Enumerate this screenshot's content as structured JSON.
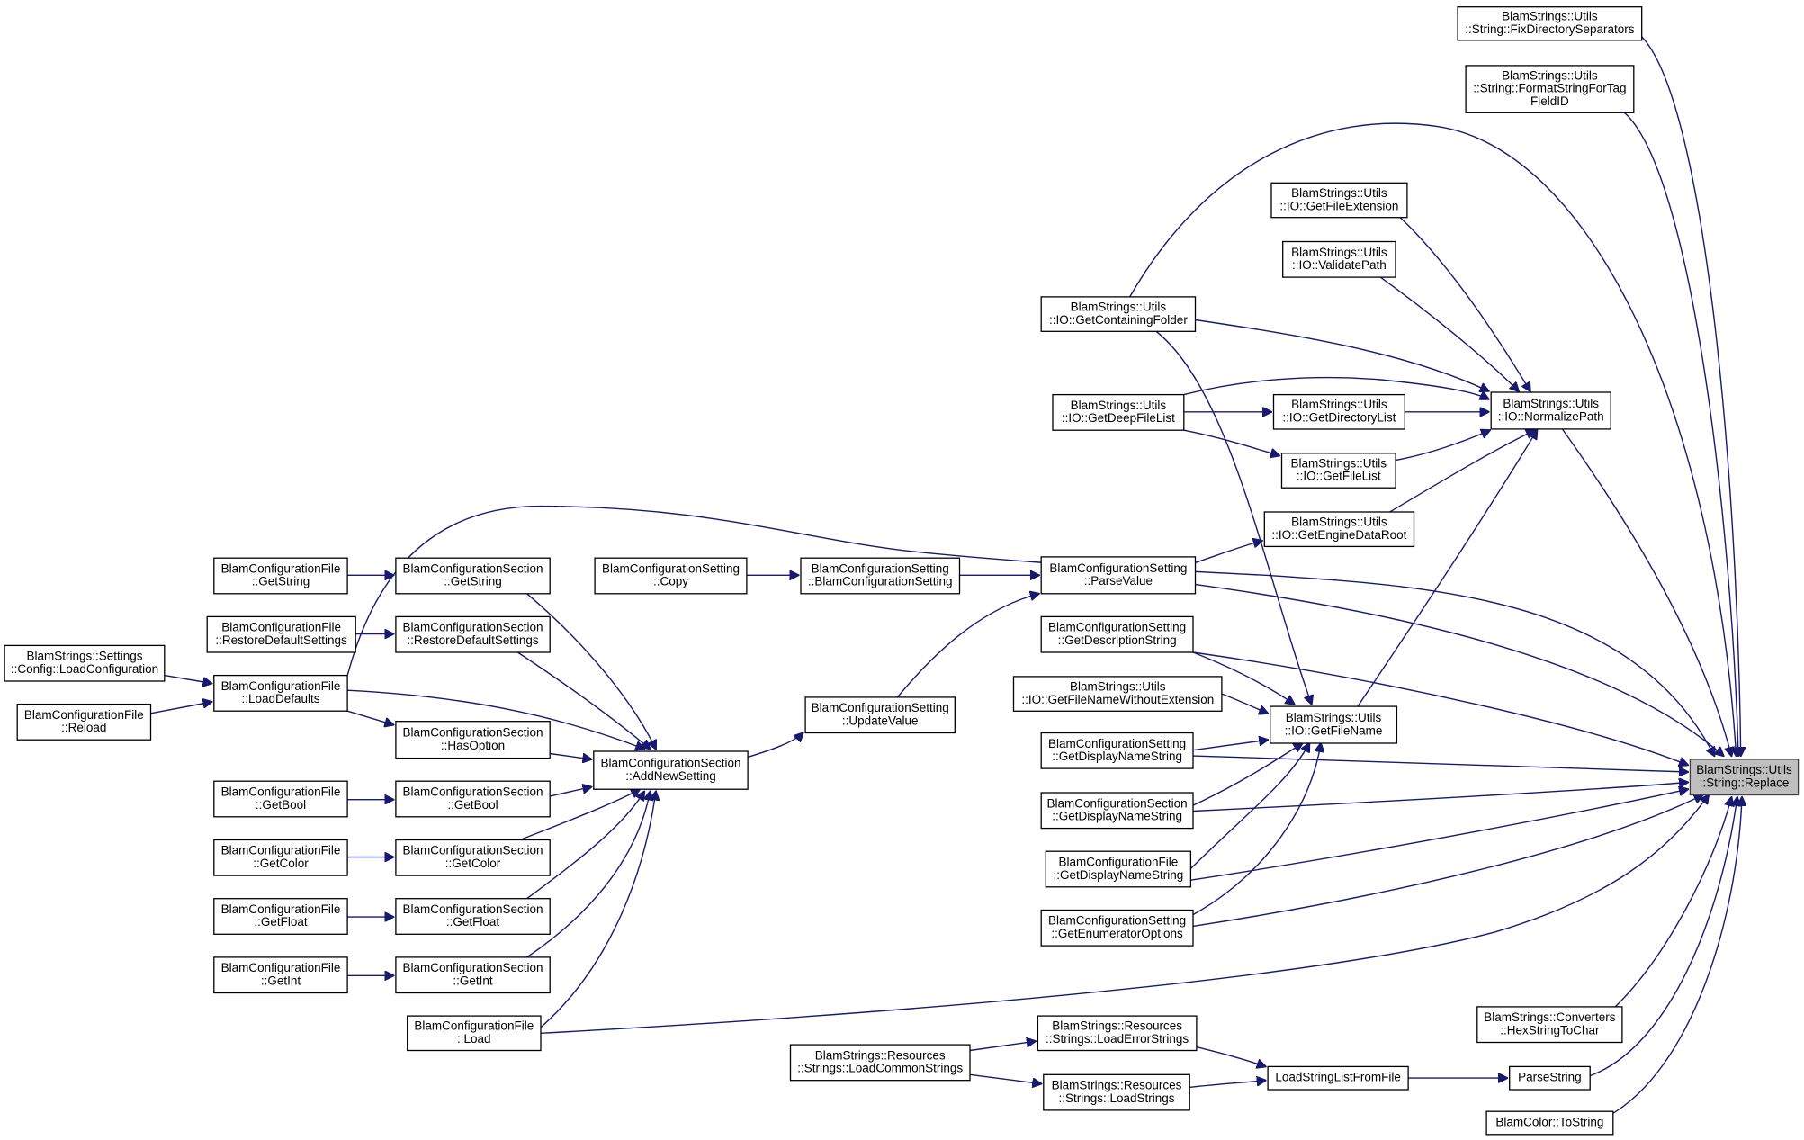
{
  "graph": {
    "nodes": {
      "replace": [
        "BlamStrings::Utils",
        "::String::Replace"
      ],
      "fixdirsep": [
        "BlamStrings::Utils",
        "::String::FixDirectorySeparators"
      ],
      "formatstring": [
        "BlamStrings::Utils",
        "::String::FormatStringForTag",
        "FieldID"
      ],
      "getfileext": [
        "BlamStrings::Utils",
        "::IO::GetFileExtension"
      ],
      "validatepath": [
        "BlamStrings::Utils",
        "::IO::ValidatePath"
      ],
      "getcontaining": [
        "BlamStrings::Utils",
        "::IO::GetContainingFolder"
      ],
      "normalizepath": [
        "BlamStrings::Utils",
        "::IO::NormalizePath"
      ],
      "getdeepfilelist": [
        "BlamStrings::Utils",
        "::IO::GetDeepFileList"
      ],
      "getdirlist": [
        "BlamStrings::Utils",
        "::IO::GetDirectoryList"
      ],
      "getfilelist": [
        "BlamStrings::Utils",
        "::IO::GetFileList"
      ],
      "getenginedataroot": [
        "BlamStrings::Utils",
        "::IO::GetEngineDataRoot"
      ],
      "cfgfile_getstring": [
        "BlamConfigurationFile",
        "::GetString"
      ],
      "cfgsec_getstring": [
        "BlamConfigurationSection",
        "::GetString"
      ],
      "cfgset_copy": [
        "BlamConfigurationSetting",
        "::Copy"
      ],
      "cfgset_ctor": [
        "BlamConfigurationSetting",
        "::BlamConfigurationSetting"
      ],
      "cfgset_parsevalue": [
        "BlamConfigurationSetting",
        "::ParseValue"
      ],
      "cfgfile_restore": [
        "BlamConfigurationFile",
        "::RestoreDefaultSettings"
      ],
      "cfgsec_restore": [
        "BlamConfigurationSection",
        "::RestoreDefaultSettings"
      ],
      "cfgset_getdesc": [
        "BlamConfigurationSetting",
        "::GetDescriptionString"
      ],
      "settings_loadconfig": [
        "BlamStrings::Settings",
        "::Config::LoadConfiguration"
      ],
      "cfgfile_loaddefaults": [
        "BlamConfigurationFile",
        "::LoadDefaults"
      ],
      "getfilenamenoext": [
        "BlamStrings::Utils",
        "::IO::GetFileNameWithoutExtension"
      ],
      "cfgfile_reload": [
        "BlamConfigurationFile",
        "::Reload"
      ],
      "cfgset_updatevalue": [
        "BlamConfigurationSetting",
        "::UpdateValue"
      ],
      "getfilename": [
        "BlamStrings::Utils",
        "::IO::GetFileName"
      ],
      "cfgsec_hasoption": [
        "BlamConfigurationSection",
        "::HasOption"
      ],
      "cfgset_getdisplayname": [
        "BlamConfigurationSetting",
        "::GetDisplayNameString"
      ],
      "cfgsec_addnewsetting": [
        "BlamConfigurationSection",
        "::AddNewSetting"
      ],
      "cfgfile_getbool": [
        "BlamConfigurationFile",
        "::GetBool"
      ],
      "cfgsec_getbool": [
        "BlamConfigurationSection",
        "::GetBool"
      ],
      "cfgsec_getdisplayname": [
        "BlamConfigurationSection",
        "::GetDisplayNameString"
      ],
      "cfgfile_getcolor": [
        "BlamConfigurationFile",
        "::GetColor"
      ],
      "cfgsec_getcolor": [
        "BlamConfigurationSection",
        "::GetColor"
      ],
      "cfgfile_getdisplayname": [
        "BlamConfigurationFile",
        "::GetDisplayNameString"
      ],
      "cfgfile_getfloat": [
        "BlamConfigurationFile",
        "::GetFloat"
      ],
      "cfgsec_getfloat": [
        "BlamConfigurationSection",
        "::GetFloat"
      ],
      "cfgset_getenum": [
        "BlamConfigurationSetting",
        "::GetEnumeratorOptions"
      ],
      "cfgfile_getint": [
        "BlamConfigurationFile",
        "::GetInt"
      ],
      "cfgsec_getint": [
        "BlamConfigurationSection",
        "::GetInt"
      ],
      "hexstringtochar": [
        "BlamStrings::Converters",
        "::HexStringToChar"
      ],
      "cfgfile_load": [
        "BlamConfigurationFile",
        "::Load"
      ],
      "res_loaderror": [
        "BlamStrings::Resources",
        "::Strings::LoadErrorStrings"
      ],
      "res_loadcommon": [
        "BlamStrings::Resources",
        "::Strings::LoadCommonStrings"
      ],
      "loadstringlist": [
        "LoadStringListFromFile"
      ],
      "parsestring": [
        "ParseString"
      ],
      "res_loadstrings": [
        "BlamStrings::Resources",
        "::Strings::LoadStrings"
      ],
      "blamcolor_tostring": [
        "BlamColor::ToString"
      ]
    }
  }
}
